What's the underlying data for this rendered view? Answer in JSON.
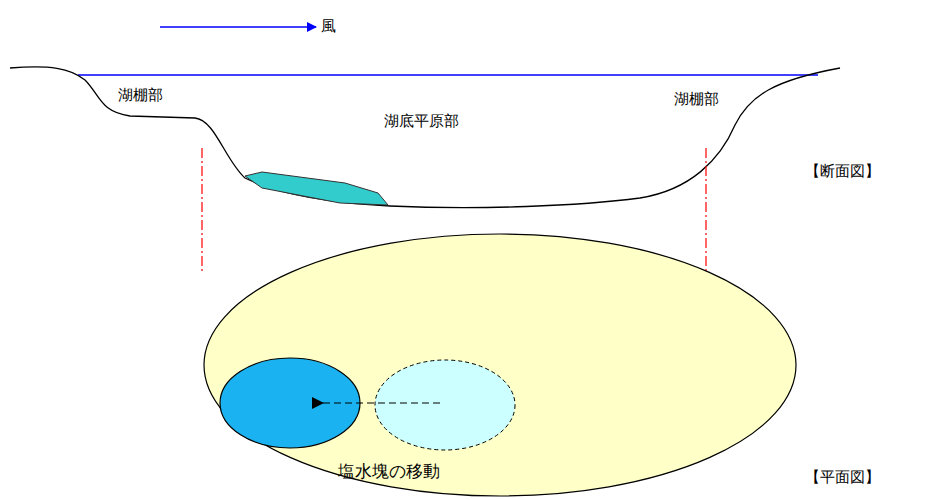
{
  "diagram": {
    "nodes": [
      {
        "text": [
          "塩水塊の移動"
        ]
      }
    ],
    "labels": [
      "風",
      "湖棚部",
      "湖底平原部",
      "湖棚部",
      "【断面図】",
      "【平面図】"
    ]
  }
}
